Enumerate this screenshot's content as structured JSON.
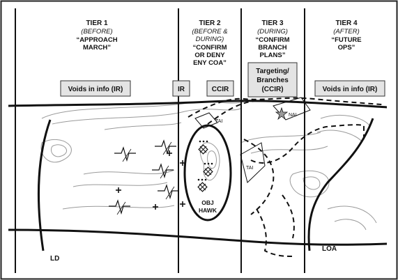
{
  "tiers": [
    {
      "id": "tier1",
      "title": "TIER 1",
      "phase": "(BEFORE)",
      "phase_lines": [
        "(BEFORE)"
      ],
      "quote_lines": [
        "“APPROACH",
        "MARCH”"
      ]
    },
    {
      "id": "tier2",
      "title": "TIER 2",
      "phase": "(BEFORE & DURING)",
      "phase_lines": [
        "(BEFORE &",
        "DURING)"
      ],
      "quote_lines": [
        "“CONFIRM",
        "OR DENY",
        "ENY COA”"
      ]
    },
    {
      "id": "tier3",
      "title": "TIER 3",
      "phase": "(DURING)",
      "phase_lines": [
        "(DURING)"
      ],
      "quote_lines": [
        "“CONFIRM",
        "BRANCH",
        "PLANS”"
      ]
    },
    {
      "id": "tier4",
      "title": "TIER 4",
      "phase": "(AFTER)",
      "phase_lines": [
        "(AFTER)"
      ],
      "quote_lines": [
        "“FUTURE",
        "OPS”"
      ]
    }
  ],
  "boxes": {
    "voids_left": "Voids in info (IR)",
    "ir": "IR",
    "ccir": "CCIR",
    "targeting_lines": [
      "Targeting/",
      "Branches",
      "(CCIR)"
    ],
    "voids_right": "Voids in info (IR)"
  },
  "map_labels": {
    "tai": "TAI",
    "nai": "NAI",
    "obj_lines": [
      "OBJ",
      "HAWK"
    ],
    "ld": "LD",
    "loa": "LOA"
  }
}
